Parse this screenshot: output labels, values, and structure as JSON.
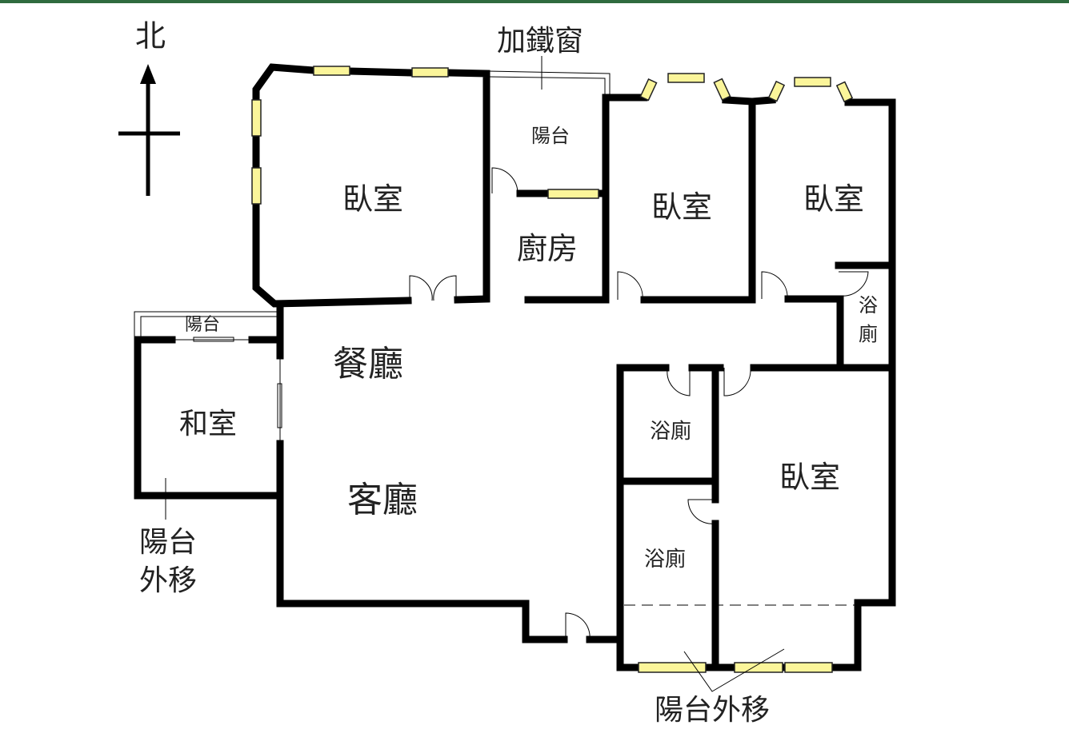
{
  "compass": {
    "north": "北"
  },
  "annotations": {
    "iron_window": "加鐵窗",
    "balcony_moved_left_1": "陽台",
    "balcony_moved_left_2": "外移",
    "balcony_moved_bottom": "陽台外移"
  },
  "rooms": {
    "master_bedroom": "臥室",
    "balcony_top": "陽台",
    "kitchen": "廚房",
    "bedroom_2": "臥室",
    "bedroom_3": "臥室",
    "bath_small_1": "浴",
    "bath_small_2": "廁",
    "balcony_left": "陽台",
    "japanese_room": "和室",
    "dining_room": "餐廳",
    "living_room": "客廳",
    "bath_upper": "浴廁",
    "bath_lower": "浴廁",
    "bedroom_4": "臥室"
  },
  "colors": {
    "wall": "#000000",
    "window": "#fbf59a",
    "top_bar": "#2f6b3f"
  }
}
